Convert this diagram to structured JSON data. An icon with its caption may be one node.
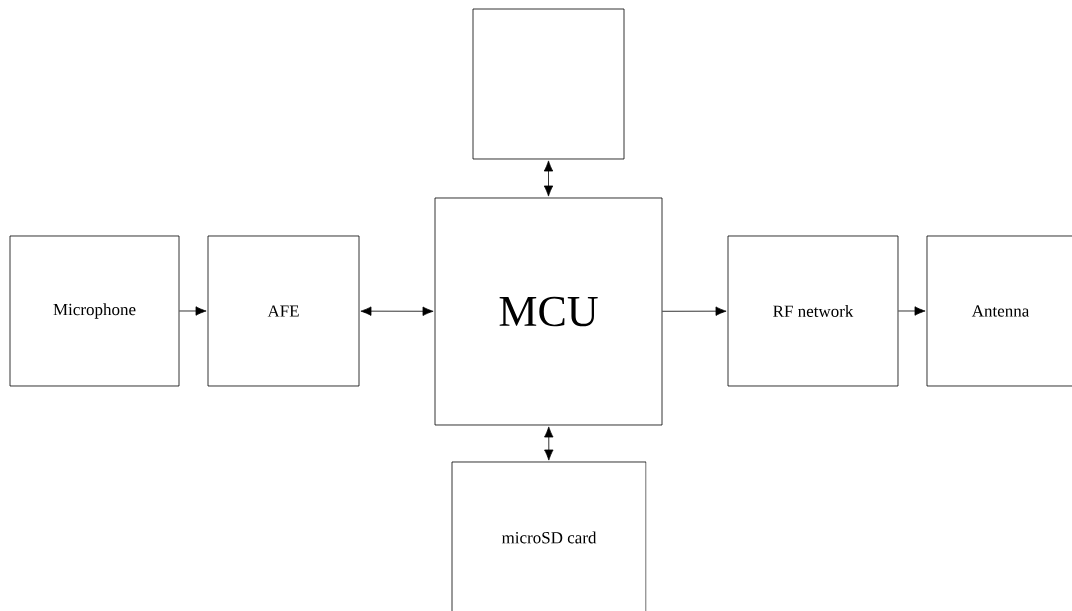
{
  "diagram": {
    "nodes": [
      {
        "text": [],
        "shape": "box"
      },
      {
        "text": [
          "Microphone"
        ]
      },
      {
        "text": [
          "AFE"
        ]
      },
      {
        "text": [
          "MCU"
        ]
      },
      {
        "text": [
          "RF network"
        ]
      },
      {
        "text": [
          "Antenna"
        ]
      },
      {
        "text": [
          "microSD card"
        ]
      }
    ],
    "edges": [
      {
        "from": 0,
        "to": 3,
        "arrow": "both"
      },
      {
        "from": 1,
        "to": 2,
        "arrow": "to"
      },
      {
        "from": 2,
        "to": 3,
        "arrow": "both"
      },
      {
        "from": 3,
        "to": 4,
        "arrow": "to"
      },
      {
        "from": 4,
        "to": 5,
        "arrow": "to"
      },
      {
        "from": 3,
        "to": 6,
        "arrow": "both"
      }
    ]
  }
}
